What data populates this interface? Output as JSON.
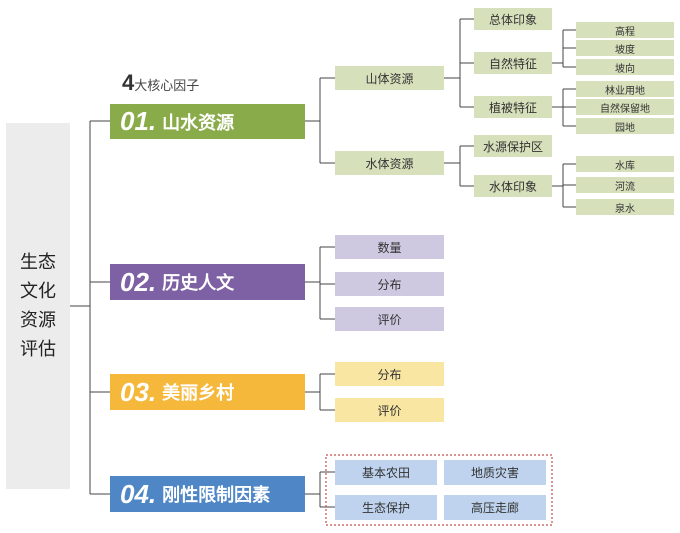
{
  "root": {
    "label": "生态文化资源评估"
  },
  "core": {
    "count": "4",
    "label": "大核心因子"
  },
  "categories": [
    {
      "num": "01.",
      "label": "山水资源",
      "color": "#8aab4a"
    },
    {
      "num": "02.",
      "label": "历史人文",
      "color": "#7e60a4"
    },
    {
      "num": "03.",
      "label": "美丽乡村",
      "color": "#f5b83b"
    },
    {
      "num": "04.",
      "label": "刚性限制因素",
      "color": "#4f86c6"
    }
  ],
  "shanshui": {
    "shanti": "山体资源",
    "shuiti": "水体资源",
    "shanti_children": [
      "总体印象",
      "自然特征",
      "植被特征"
    ],
    "ziran_children": [
      "高程",
      "坡度",
      "坡向"
    ],
    "zhibei_children": [
      "林业用地",
      "自然保留地",
      "园地"
    ],
    "shuiti_children": [
      "水源保护区",
      "水体印象"
    ],
    "shuiti_yinxiang_children": [
      "水库",
      "河流",
      "泉水"
    ]
  },
  "lishi": [
    "数量",
    "分布",
    "评价"
  ],
  "xiangcun": [
    "分布",
    "评价"
  ],
  "gangxing": [
    "基本农田",
    "地质灾害",
    "生态保护",
    "高压走廊"
  ]
}
